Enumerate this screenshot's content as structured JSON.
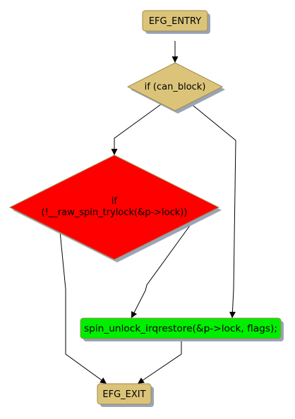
{
  "nodes": {
    "entry": {
      "label": "EFG_ENTRY",
      "shape": "rounded-box",
      "fill": "#dbc47a"
    },
    "can_block": {
      "label": "if (can_block)",
      "shape": "diamond",
      "fill": "#dbc47a"
    },
    "trylock": {
      "label_line1": "if",
      "label_line2": "(!__raw_spin_trylock(&p->lock))",
      "shape": "diamond",
      "fill": "#ff0000"
    },
    "unlock": {
      "label": "spin_unlock_irqrestore(&p->lock, flags);",
      "shape": "rounded-box",
      "fill": "#00ee00"
    },
    "exit": {
      "label": "EFG_EXIT",
      "shape": "rounded-box",
      "fill": "#dbc47a"
    }
  },
  "edges": [
    {
      "from": "entry",
      "to": "can_block"
    },
    {
      "from": "can_block",
      "to": "trylock"
    },
    {
      "from": "can_block",
      "to": "unlock"
    },
    {
      "from": "trylock",
      "to": "exit"
    },
    {
      "from": "trylock",
      "to": "unlock"
    },
    {
      "from": "unlock",
      "to": "exit"
    }
  ],
  "colors": {
    "node_border": "#a08a4a",
    "shadow": "#9aa4b8",
    "edge": "#000000"
  }
}
